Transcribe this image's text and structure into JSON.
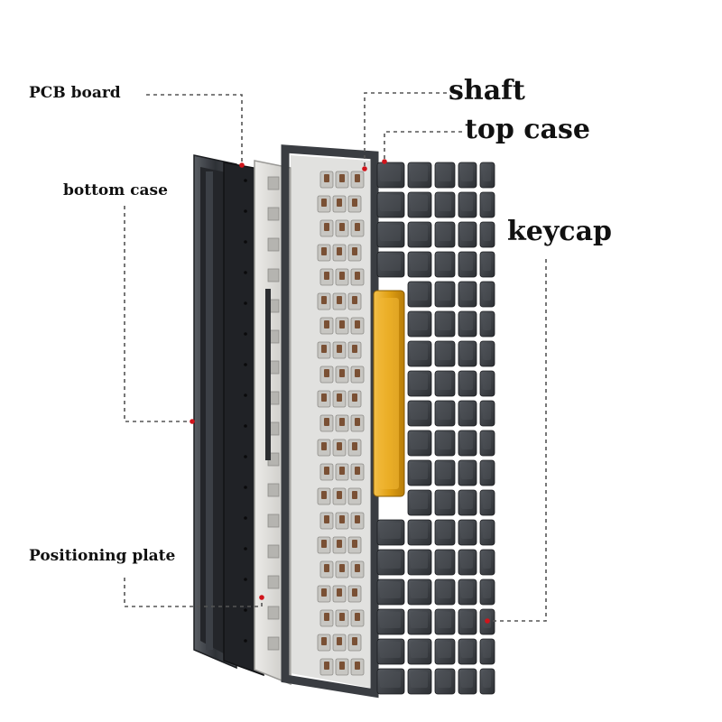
{
  "labels": {
    "pcb_board": "PCB board",
    "bottom_case": "bottom case",
    "positioning_plate": "Positioning plate",
    "shaft": "shaft",
    "top_case": "top case",
    "keycap": "keycap"
  },
  "colors": {
    "leader_line": "#555555",
    "leader_dot": "#d0141b",
    "bottom_case": "#3a3d42",
    "pcb": "#2a2c30",
    "plate": "#d9d9d6",
    "top_frame": "#4a4d52",
    "keycap": "#3b3e43",
    "spacebar": "#e3a21a",
    "switch": "#7a5034"
  }
}
